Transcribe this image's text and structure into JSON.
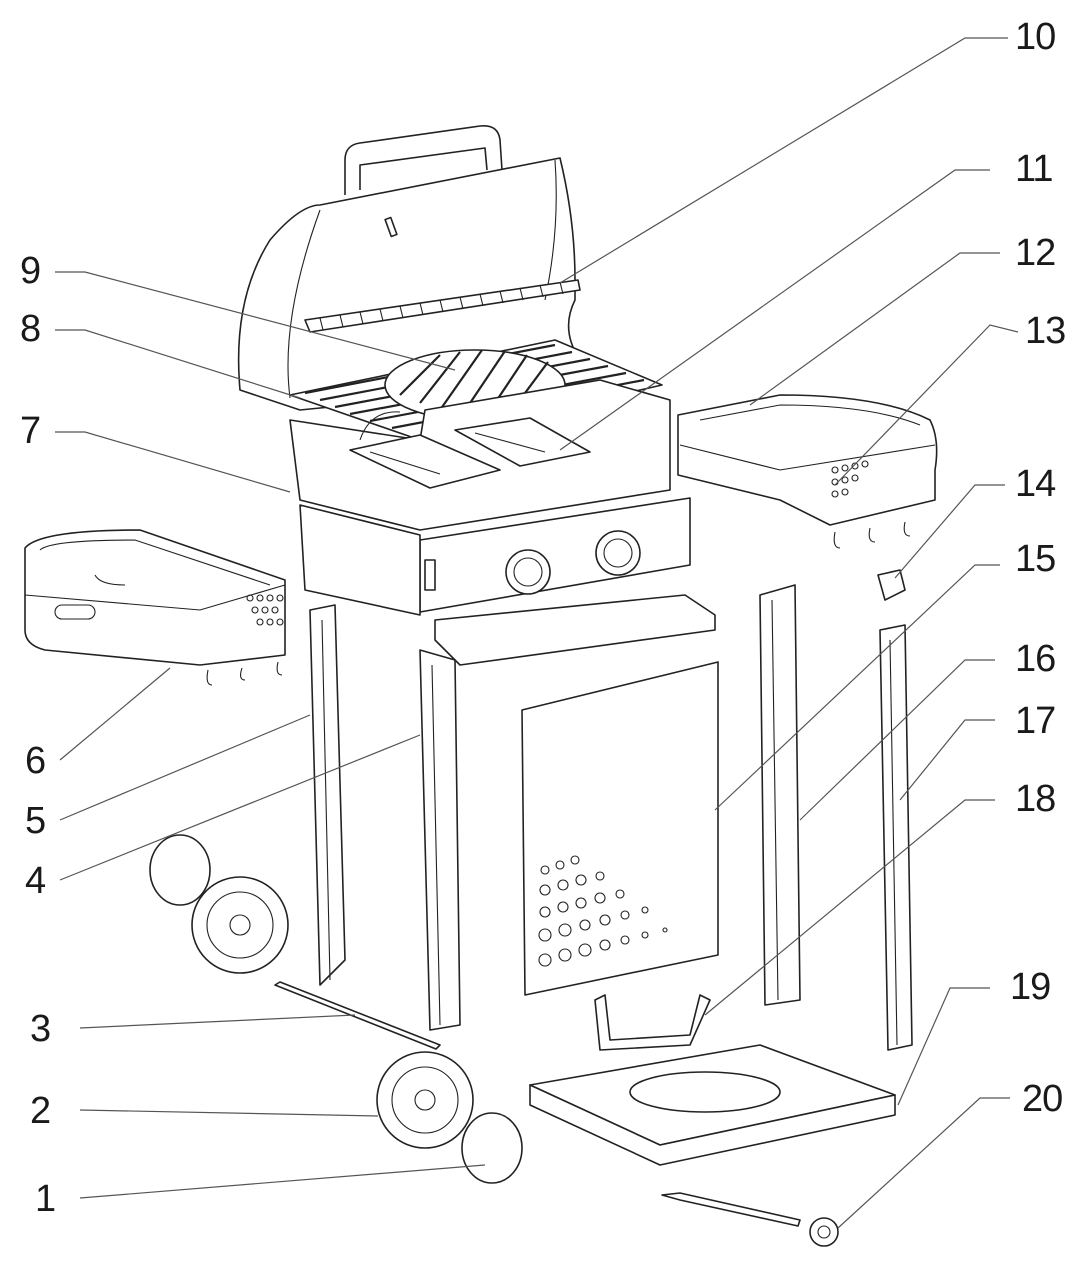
{
  "callouts": [
    {
      "id": "1",
      "text": "1"
    },
    {
      "id": "2",
      "text": "2"
    },
    {
      "id": "3",
      "text": "3"
    },
    {
      "id": "4",
      "text": "4"
    },
    {
      "id": "5",
      "text": "5"
    },
    {
      "id": "6",
      "text": "6"
    },
    {
      "id": "7",
      "text": "7"
    },
    {
      "id": "8",
      "text": "8"
    },
    {
      "id": "9",
      "text": "9"
    },
    {
      "id": "10",
      "text": "10"
    },
    {
      "id": "11",
      "text": "11"
    },
    {
      "id": "12",
      "text": "12"
    },
    {
      "id": "13",
      "text": "13"
    },
    {
      "id": "14",
      "text": "14"
    },
    {
      "id": "15",
      "text": "15"
    },
    {
      "id": "16",
      "text": "16"
    },
    {
      "id": "17",
      "text": "17"
    },
    {
      "id": "18",
      "text": "18"
    },
    {
      "id": "19",
      "text": "19"
    },
    {
      "id": "20",
      "text": "20"
    }
  ],
  "colors": {
    "line": "#222222",
    "leader": "#555555",
    "background": "#ffffff"
  }
}
